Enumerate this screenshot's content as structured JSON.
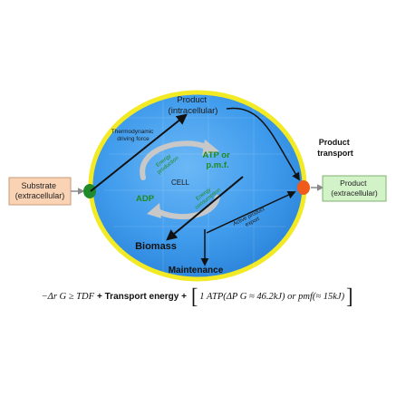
{
  "colors": {
    "cell_fill": "#3f9bec",
    "membrane": "#f2ea24",
    "substrate_box": "#fad3b4",
    "product_box": "#d2f2c8",
    "entry_port": "#1e8a2a",
    "exit_port": "#f05a1a",
    "green_text": "#1f8a1f",
    "cycle_arrow": "#c8c8c8"
  },
  "diagram": {
    "substrate_label": "Substrate\n(extracellular)",
    "product_extracellular_label": "Product\n(extracellular)",
    "product_intracellular_label": "Product\n(intracellular)",
    "product_transport_label": "Product\ntransport",
    "thermo_force_label": "Thermodynamic\ndriving force",
    "energy_production_label": "Energy\nproduction",
    "energy_consumption_label": "Energy\nconsumption",
    "atp_pmf_label": "ATP or\np.m.f.",
    "adp_label": "ADP",
    "cell_label": "CELL",
    "active_export_label": "Active product\nexport",
    "biomass_label": "Biomass",
    "maintenance_label": "Maintenance"
  },
  "equation": {
    "lhs": "−Δr G ≥ TDF",
    "transport_energy": "+ Transport energy +",
    "atp_term": "1 ATP(ΔP G ≈ 46.2kJ) or pmf(≈ 15kJ)"
  }
}
